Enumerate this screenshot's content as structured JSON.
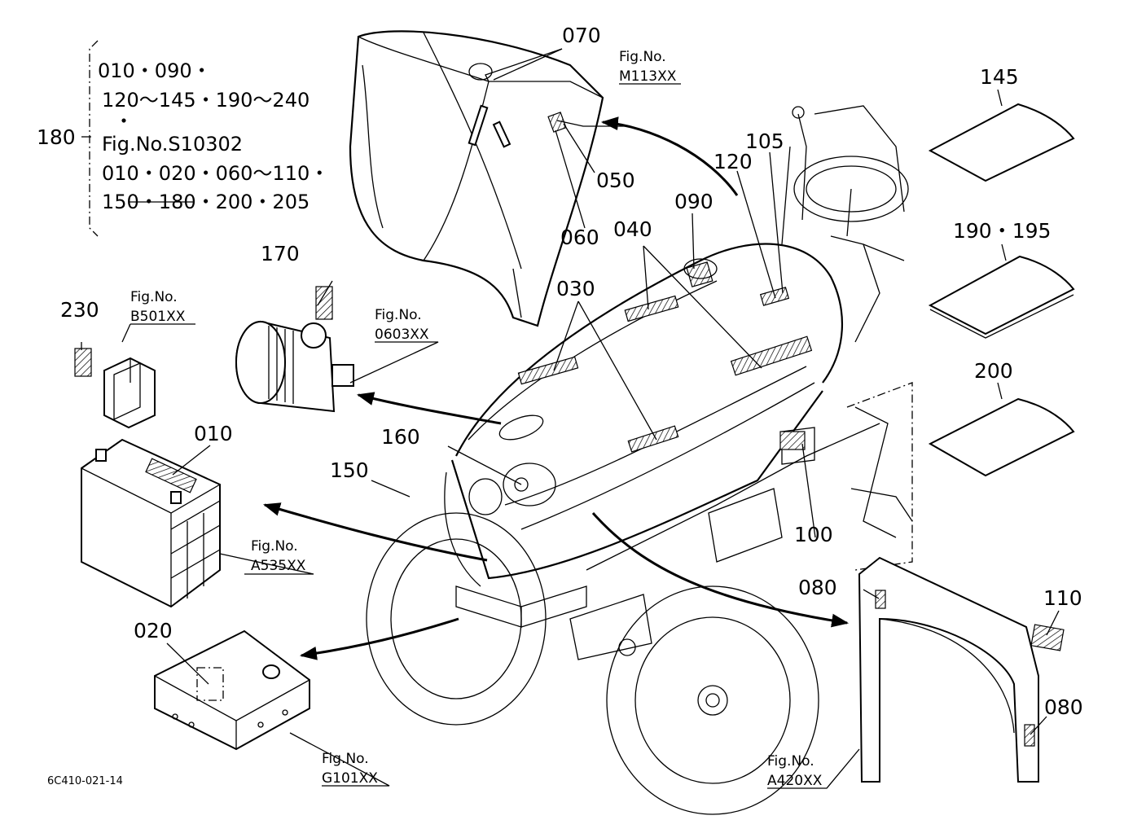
{
  "part_labels": [
    {
      "id": "070",
      "text": "070"
    },
    {
      "id": "050",
      "text": "050"
    },
    {
      "id": "060",
      "text": "060"
    },
    {
      "id": "120",
      "text": "120"
    },
    {
      "id": "105",
      "text": "105"
    },
    {
      "id": "090",
      "text": "090"
    },
    {
      "id": "040",
      "text": "040"
    },
    {
      "id": "030",
      "text": "030"
    },
    {
      "id": "170",
      "text": "170"
    },
    {
      "id": "230",
      "text": "230"
    },
    {
      "id": "160",
      "text": "160"
    },
    {
      "id": "150",
      "text": "150"
    },
    {
      "id": "010",
      "text": "010"
    },
    {
      "id": "020",
      "text": "020"
    },
    {
      "id": "100",
      "text": "100"
    },
    {
      "id": "080a",
      "text": "080"
    },
    {
      "id": "080b",
      "text": "080"
    },
    {
      "id": "110",
      "text": "110"
    },
    {
      "id": "145",
      "text": "145"
    },
    {
      "id": "190195",
      "text": "190・195"
    },
    {
      "id": "200",
      "text": "200"
    },
    {
      "id": "180",
      "text": "180"
    }
  ],
  "fig_refs": [
    {
      "id": "m113",
      "prefix": "Fig.No.",
      "code": "M113XX"
    },
    {
      "id": "b501",
      "prefix": "Fig.No.",
      "code": "B501XX"
    },
    {
      "id": "0603",
      "prefix": "Fig.No.",
      "code": "0603XX"
    },
    {
      "id": "a535",
      "prefix": "Fig.No.",
      "code": "A535XX"
    },
    {
      "id": "g101",
      "prefix": "Fig.No.",
      "code": "G101XX"
    },
    {
      "id": "a420",
      "prefix": "Fig.No.",
      "code": "A420XX"
    }
  ],
  "group_180": {
    "lines": [
      "010・090・",
      "120～145・190～240",
      "・",
      "Fig.No.S10302",
      "010・020・060～110・",
      "150・180・200・205"
    ]
  },
  "doc_id": "6C410-021-14"
}
